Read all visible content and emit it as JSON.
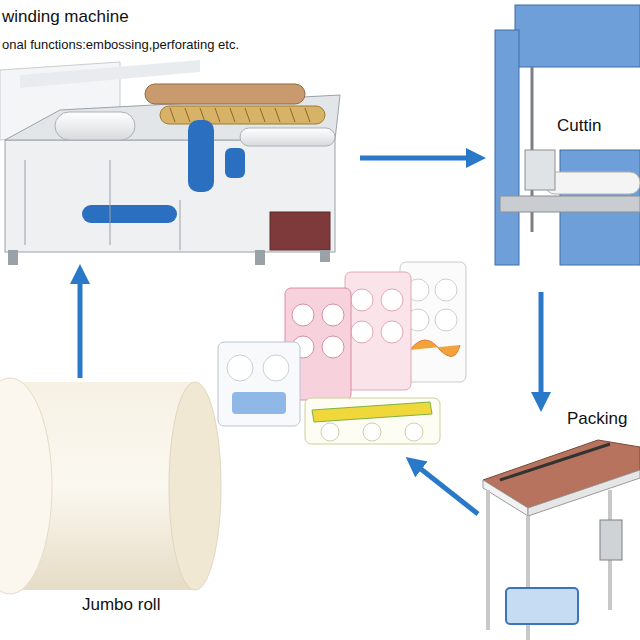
{
  "diagram": {
    "nodes": [
      {
        "text": [
          "winding machine",
          "onal functions:embossing,perforating etc."
        ]
      },
      {
        "text": [
          "Cuttin"
        ]
      },
      {
        "text": [
          "Packing"
        ]
      },
      {
        "text": [
          "Jumbo roll"
        ]
      }
    ],
    "edges": [
      {
        "from": 3,
        "to": 0,
        "arrow": "to"
      },
      {
        "from": 0,
        "to": 1,
        "arrow": "to"
      },
      {
        "from": 1,
        "to": 2,
        "arrow": "to"
      }
    ]
  }
}
